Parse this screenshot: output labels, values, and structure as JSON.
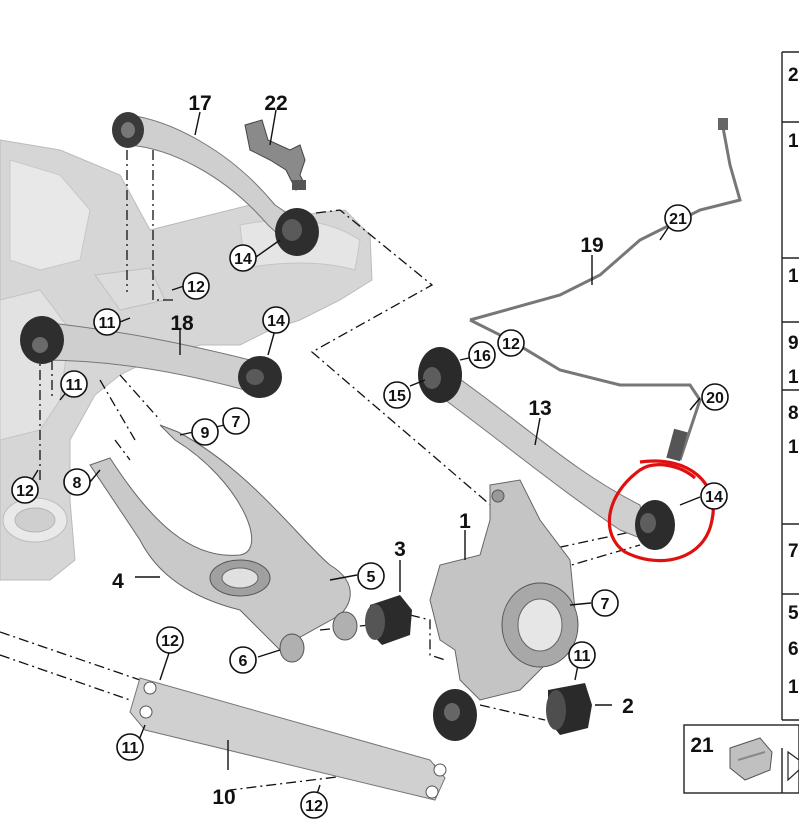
{
  "diagram": {
    "plain_labels": [
      "17",
      "22",
      "18",
      "19",
      "13",
      "1",
      "3",
      "4",
      "10",
      "2"
    ],
    "circled_labels": [
      "21",
      "14",
      "12",
      "11",
      "14",
      "16",
      "12",
      "15",
      "20",
      "14",
      "11",
      "12",
      "9",
      "7",
      "8",
      "5",
      "6",
      "7",
      "11",
      "12",
      "11",
      "12"
    ],
    "legend_numbers": [
      "2",
      "1",
      "1",
      "9",
      "1",
      "8",
      "1",
      "7",
      "5",
      "6",
      "1"
    ],
    "legend_icon_label": "21",
    "highlight_color": "#e01010"
  }
}
